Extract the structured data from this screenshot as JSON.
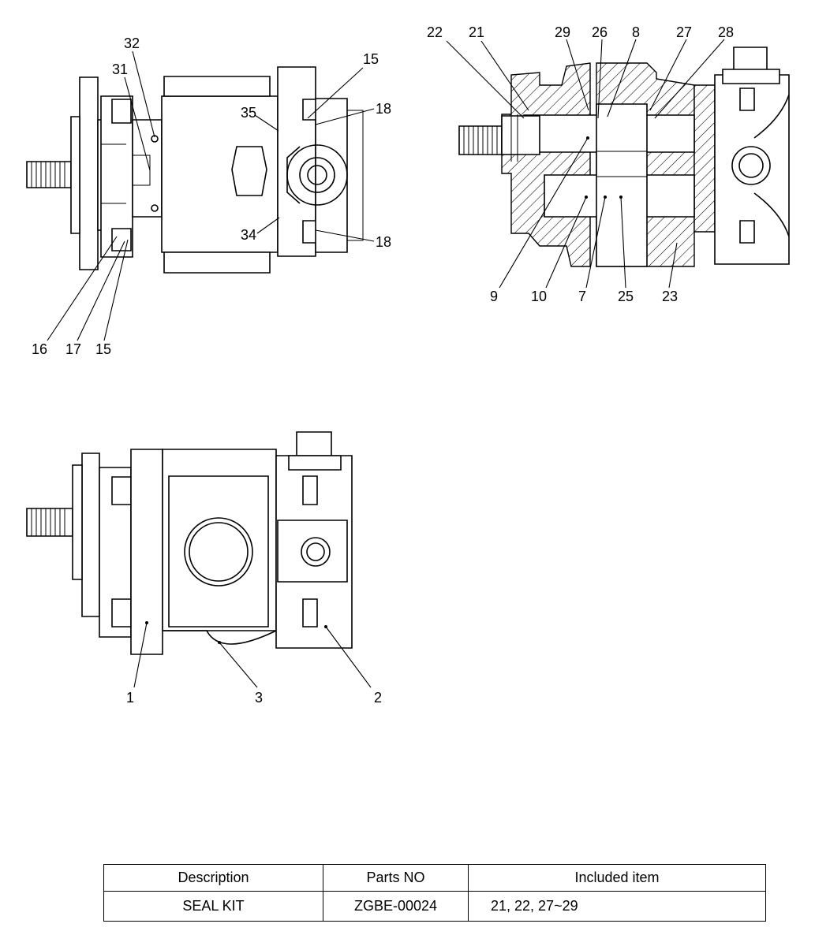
{
  "views": {
    "side_view": {
      "labels": [
        "32",
        "31",
        "35",
        "15",
        "18",
        "34",
        "18",
        "16",
        "17",
        "15"
      ]
    },
    "section_view": {
      "labels": [
        "22",
        "21",
        "29",
        "26",
        "8",
        "27",
        "28",
        "9",
        "10",
        "7",
        "25",
        "23"
      ]
    },
    "front_view": {
      "labels": [
        "1",
        "3",
        "2"
      ]
    }
  },
  "parts_table": {
    "headers": [
      "Description",
      "Parts NO",
      "Included item"
    ],
    "rows": [
      [
        "SEAL KIT",
        "ZGBE-00024",
        "21, 22, 27~29"
      ]
    ]
  }
}
